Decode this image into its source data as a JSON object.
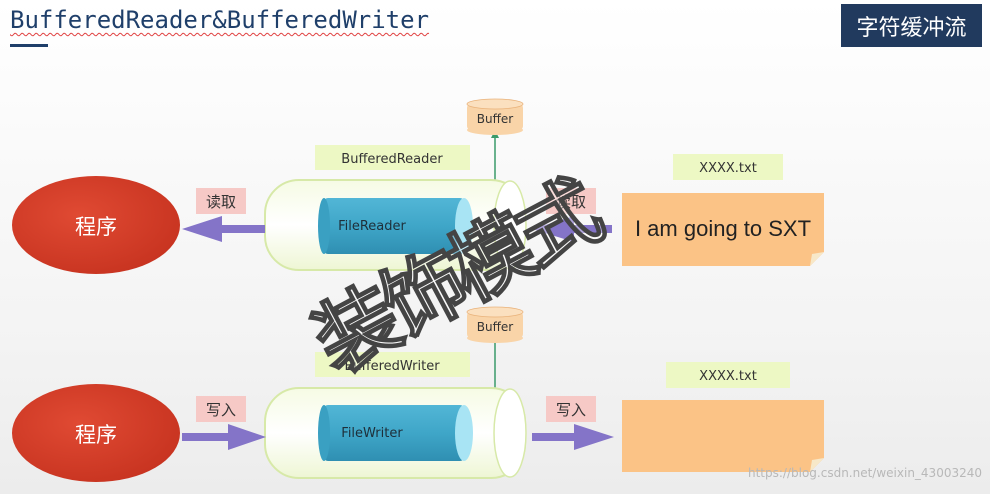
{
  "header": {
    "title": "BufferedReader&BufferedWriter",
    "badge": "字符缓冲流"
  },
  "read_row": {
    "program_label": "程序",
    "left_action": "读取",
    "wrapper_label": "BufferedReader",
    "inner_label": "FileReader",
    "right_action": "读取",
    "file_name": "XXXX.txt",
    "file_content": "I am going to SXT",
    "buffer_label": "Buffer"
  },
  "write_row": {
    "program_label": "程序",
    "left_action": "写入",
    "wrapper_label": "BufferedWriter",
    "inner_label": "FileWriter",
    "right_action": "写入",
    "file_name": "XXXX.txt",
    "file_content": "",
    "buffer_label": "Buffer"
  },
  "watermark": "装饰模式",
  "credit": "https://blog.csdn.net/weixin_43003240",
  "colors": {
    "program": "#d33a26",
    "action_tag": "#f6c9c6",
    "label_tag": "#edf8c4",
    "arrow": "#8474c8",
    "inner_cylinder": "#3fa6c8",
    "file_box": "#fbc386",
    "buffer_tag": "#f9d4a8",
    "header_badge": "#213a5e"
  }
}
